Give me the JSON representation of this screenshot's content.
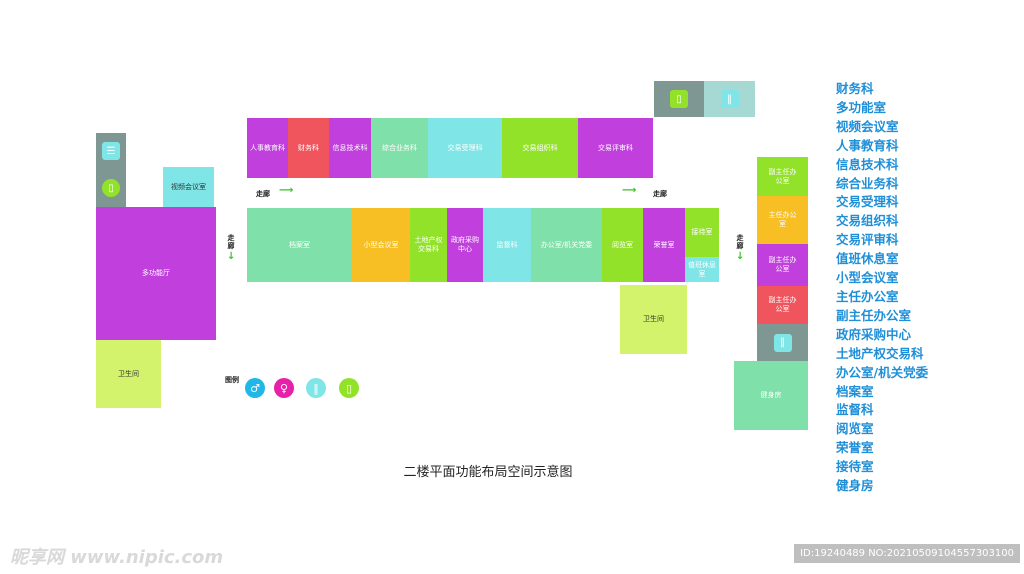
{
  "title": "二楼平面功能布局空间示意图",
  "corridor_label": "走廊",
  "legend_label": "图例",
  "rooms": {
    "renshi": "人事教育科",
    "caiwu": "财务科",
    "xinxi": "信息技术科",
    "zonghe": "综合业务科",
    "shouli": "交易受理科",
    "zuzhi": "交易组织科",
    "pingshen": "交易评审科",
    "shipin": "视频会议室",
    "duogongneng": "多功能厅",
    "weisheng_left": "卫生间",
    "dangan": "档案室",
    "xiaoxing": "小型会议室",
    "tudi": "土地产权交易科",
    "zhengfu": "政府采购中心",
    "jiandu": "监督科",
    "bangong": "办公室/机关党委",
    "yuelan": "阅览室",
    "rongyu": "荣誉室",
    "jiedai": "接待室",
    "zhiban": "值班休息室",
    "weisheng_mid": "卫生间",
    "fuzhuren1": "副主任办公室",
    "zhuren": "主任办公室",
    "fuzhuren2": "副主任办公室",
    "fuzhuren3": "副主任办公室",
    "jianshen": "健身房"
  },
  "room_list": [
    "财务科",
    "多功能室",
    "视频会议室",
    "人事教育科",
    "信息技术科",
    "综合业务科",
    "交易受理科",
    "交易组织科",
    "交易评审科",
    "值班休息室",
    "小型会议室",
    "主任办公室",
    "副主任办公室",
    "政府采购中心",
    "土地产权交易科",
    "办公室/机关党委",
    "档案室",
    "监督科",
    "阅览室",
    "荣誉室",
    "接待室",
    "健身房"
  ],
  "watermark_left": "昵享网 www.nipic.com",
  "watermark_right": "ID:19240489 NO:20210509104557303100",
  "icons": [
    "elevator-icon",
    "stairs-icon",
    "restroom-icon",
    "male-icon",
    "female-icon"
  ],
  "colors": {
    "purple": "#c13fdd",
    "green": "#7fe0a9",
    "yellow": "#f7bf23",
    "lime": "#93e22a",
    "red": "#f0555d",
    "cyan": "#7fe5e6",
    "grey": "#7e9792",
    "light_lime": "#d2f36b"
  }
}
